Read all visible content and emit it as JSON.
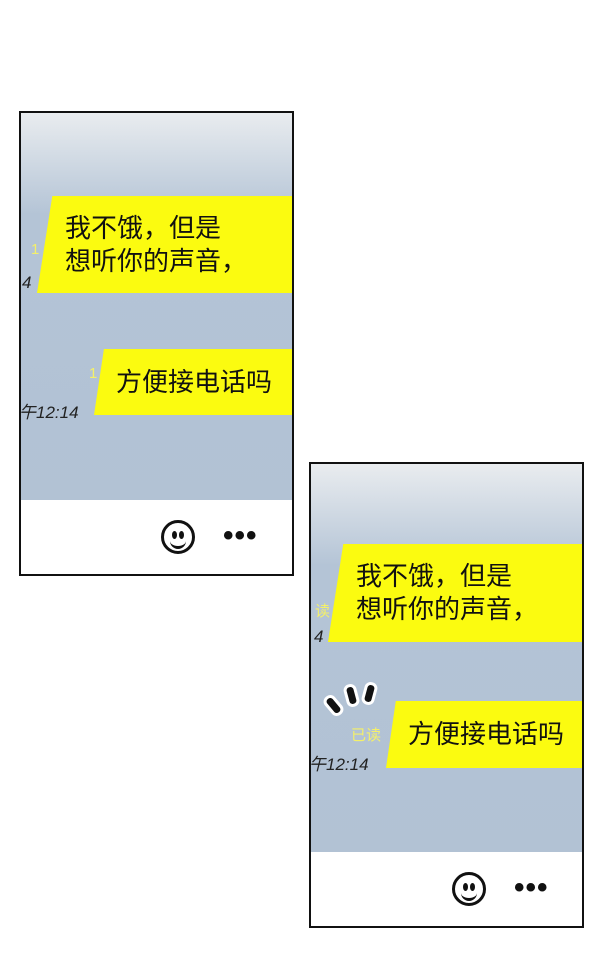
{
  "panels": [
    {
      "messages": [
        {
          "lines": [
            "我不饿，但是",
            "想听你的声音，"
          ],
          "read_label": "1",
          "time": "4"
        },
        {
          "lines": [
            "方便接电话吗"
          ],
          "read_label": "1",
          "time": "午12:14"
        }
      ],
      "footer": {
        "emoji_icon": "smiley-icon",
        "more_label": "•••"
      }
    },
    {
      "messages": [
        {
          "lines": [
            "我不饿，但是",
            "想听你的声音，"
          ],
          "read_label": "读",
          "time": "4"
        },
        {
          "lines": [
            "方便接电话吗"
          ],
          "read_label": "已读",
          "time": "午12:14"
        }
      ],
      "footer": {
        "emoji_icon": "smiley-icon",
        "more_label": "•••"
      }
    }
  ]
}
